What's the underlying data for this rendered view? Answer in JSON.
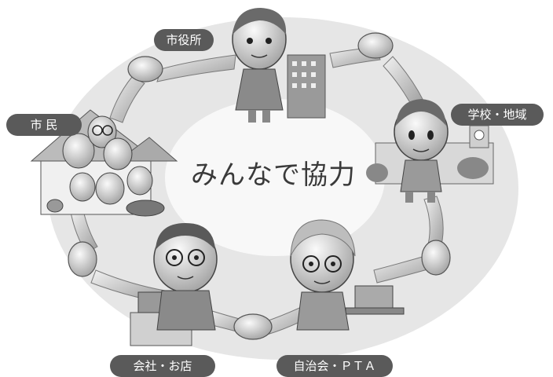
{
  "center_text": "みんなで協力",
  "labels": {
    "city_hall": "市役所",
    "citizens": "市 民",
    "school": "学校・地域",
    "company": "会社・お店",
    "pta": "自治会・ＰＴＡ"
  },
  "colors": {
    "label_bg": "#5a5a5a",
    "label_text": "#ffffff",
    "ring": "#d2d2d2",
    "center_disc": "#f7f7f7"
  }
}
